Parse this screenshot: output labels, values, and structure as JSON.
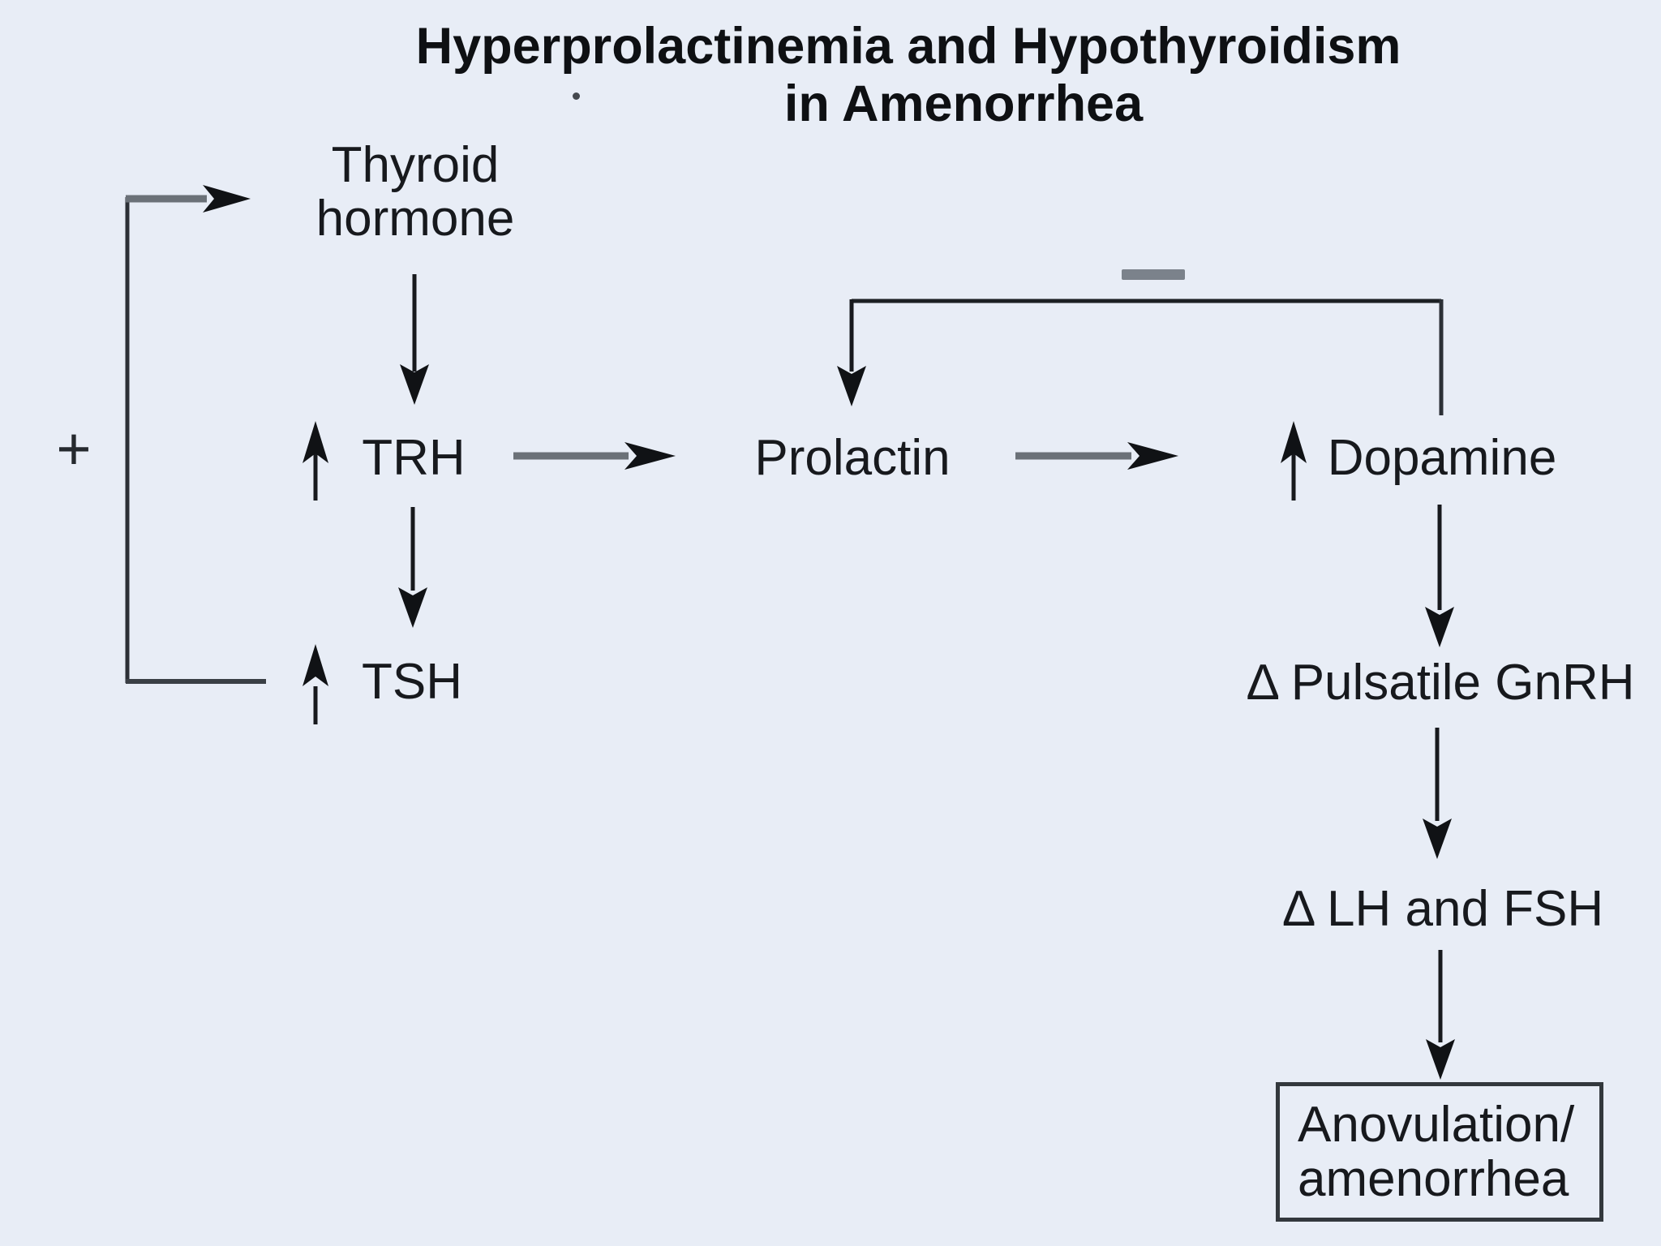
{
  "title": {
    "line1": "Hyperprolactinemia and Hypothyroidism",
    "line2": "in Amenorrhea"
  },
  "nodes": {
    "thyroid": {
      "line1": "Thyroid",
      "line2": "hormone"
    },
    "trh": {
      "label": "TRH",
      "change": "increase"
    },
    "tsh": {
      "label": "TSH",
      "change": "increase"
    },
    "prolactin": {
      "label": "Prolactin"
    },
    "dopamine": {
      "label": "Dopamine",
      "change": "increase"
    },
    "gnrh": {
      "label": "Δ Pulsatile GnRH",
      "change": "altered"
    },
    "lh_fsh": {
      "label": "Δ LH and FSH",
      "change": "altered"
    },
    "outcome": {
      "line1": "Anovulation/",
      "line2": "amenorrhea"
    }
  },
  "signs": {
    "positive": "+",
    "negative": "−"
  },
  "edges": [
    {
      "from": "thyroid hormone",
      "to": "TRH",
      "type": "arrow-down"
    },
    {
      "from": "TRH",
      "to": "Prolactin",
      "type": "arrow-right"
    },
    {
      "from": "TRH",
      "to": "TSH",
      "type": "arrow-down"
    },
    {
      "from": "TSH",
      "to": "thyroid hormone",
      "type": "positive-feedback"
    },
    {
      "from": "Prolactin",
      "to": "Dopamine",
      "type": "arrow-right"
    },
    {
      "from": "Dopamine",
      "to": "Prolactin",
      "type": "negative-feedback"
    },
    {
      "from": "Dopamine",
      "to": "Δ Pulsatile GnRH",
      "type": "arrow-down"
    },
    {
      "from": "Δ Pulsatile GnRH",
      "to": "Δ LH and FSH",
      "type": "arrow-down"
    },
    {
      "from": "Δ LH and FSH",
      "to": "Anovulation/amenorrhea",
      "type": "arrow-down"
    }
  ],
  "colors": {
    "background": "#e8edf6",
    "ink": "#17191d",
    "line_dark": "#2c3036",
    "line_gray": "#6b7178",
    "sign_gray": "#7b828b"
  }
}
